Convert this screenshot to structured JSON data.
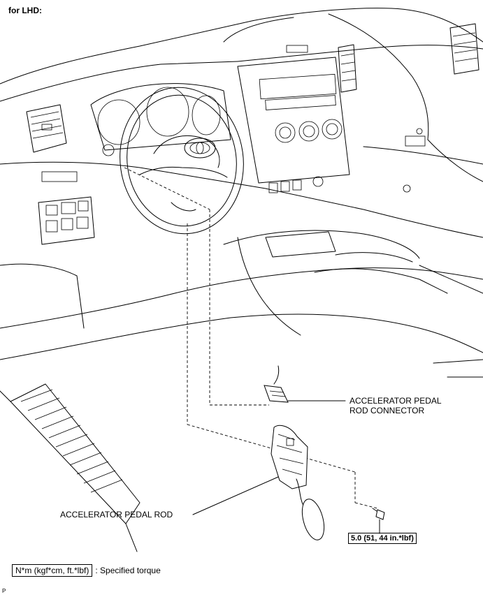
{
  "diagram": {
    "variant_label": "for LHD:",
    "callouts": {
      "connector": [
        "ACCELERATOR PEDAL",
        "ROD CONNECTOR"
      ],
      "pedal_rod": "ACCELERATOR PEDAL ROD",
      "bolt_torque": "5.0 (51, 44 in.*lbf)"
    },
    "legend": {
      "unit_box": "N*m (kgf*cm, ft.*lbf)",
      "description": ": Specified torque"
    },
    "corner_mark": "P"
  }
}
